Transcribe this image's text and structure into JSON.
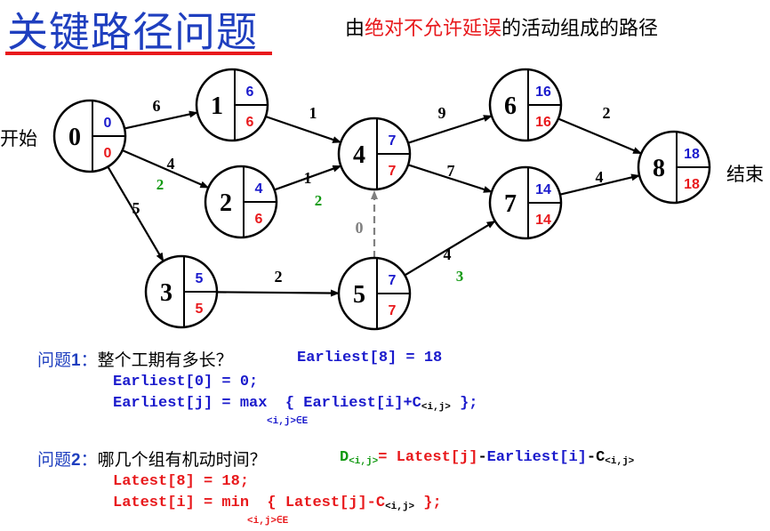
{
  "header": {
    "title": "关键路径问题",
    "subtitle_pre": "由",
    "subtitle_red": "绝对不允许延误",
    "subtitle_post": "的活动组成的路径"
  },
  "labels": {
    "start": "开始",
    "end": "结束"
  },
  "colors": {
    "title": "#1f3fbf",
    "earliest": "#1a1acc",
    "latest": "#e8191c",
    "slack": "#129912",
    "dummy": "#808080"
  },
  "graph": {
    "nodes": [
      {
        "id": "0",
        "earliest": "0",
        "latest": "0"
      },
      {
        "id": "1",
        "earliest": "6",
        "latest": "6"
      },
      {
        "id": "2",
        "earliest": "4",
        "latest": "6"
      },
      {
        "id": "3",
        "earliest": "5",
        "latest": "5"
      },
      {
        "id": "4",
        "earliest": "7",
        "latest": "7"
      },
      {
        "id": "5",
        "earliest": "7",
        "latest": "7"
      },
      {
        "id": "6",
        "earliest": "16",
        "latest": "16"
      },
      {
        "id": "7",
        "earliest": "14",
        "latest": "14"
      },
      {
        "id": "8",
        "earliest": "18",
        "latest": "18"
      }
    ],
    "edges": [
      {
        "from": "0",
        "to": "1",
        "weight": "6",
        "slack": ""
      },
      {
        "from": "0",
        "to": "2",
        "weight": "4",
        "slack": "2"
      },
      {
        "from": "0",
        "to": "3",
        "weight": "5",
        "slack": ""
      },
      {
        "from": "1",
        "to": "4",
        "weight": "1",
        "slack": ""
      },
      {
        "from": "2",
        "to": "4",
        "weight": "1",
        "slack": "2"
      },
      {
        "from": "3",
        "to": "5",
        "weight": "2",
        "slack": ""
      },
      {
        "from": "5",
        "to": "4",
        "weight": "0",
        "slack": "",
        "dashed": true
      },
      {
        "from": "4",
        "to": "6",
        "weight": "9",
        "slack": ""
      },
      {
        "from": "4",
        "to": "7",
        "weight": "7",
        "slack": ""
      },
      {
        "from": "5",
        "to": "7",
        "weight": "4",
        "slack": "3"
      },
      {
        "from": "6",
        "to": "8",
        "weight": "2",
        "slack": ""
      },
      {
        "from": "7",
        "to": "8",
        "weight": "4",
        "slack": ""
      }
    ]
  },
  "q1": {
    "label": "问题",
    "num": "1",
    "colon": "：",
    "text": "整个工期有多长？",
    "answer": "Earliest[8] = 18",
    "line1": "Earliest[0] = 0;",
    "line2_a": "Earliest[j] = max",
    "line2_b": "  { Earliest[i]+C",
    "line2_sub": "<i,j>",
    "line2_c": " };",
    "under": "<i,j>∈E"
  },
  "q2": {
    "label": "问题",
    "num": "2",
    "colon": "：",
    "text": "哪几个组有机动时间？",
    "d": "D",
    "d_sub": "<i,j>",
    "eq": "= ",
    "latest_j": "Latest[j]",
    "minus1": "-",
    "earliest_i": "Earliest[i]",
    "minus2": "-C",
    "c_sub": "<i,j>",
    "line1": "Latest[8] = 18;",
    "line2_a": "Latest[i] = min",
    "line2_b": "  { Latest[j]-C",
    "line2_sub": "<i,j>",
    "line2_c": " };",
    "under": "<i,j>∈E"
  }
}
